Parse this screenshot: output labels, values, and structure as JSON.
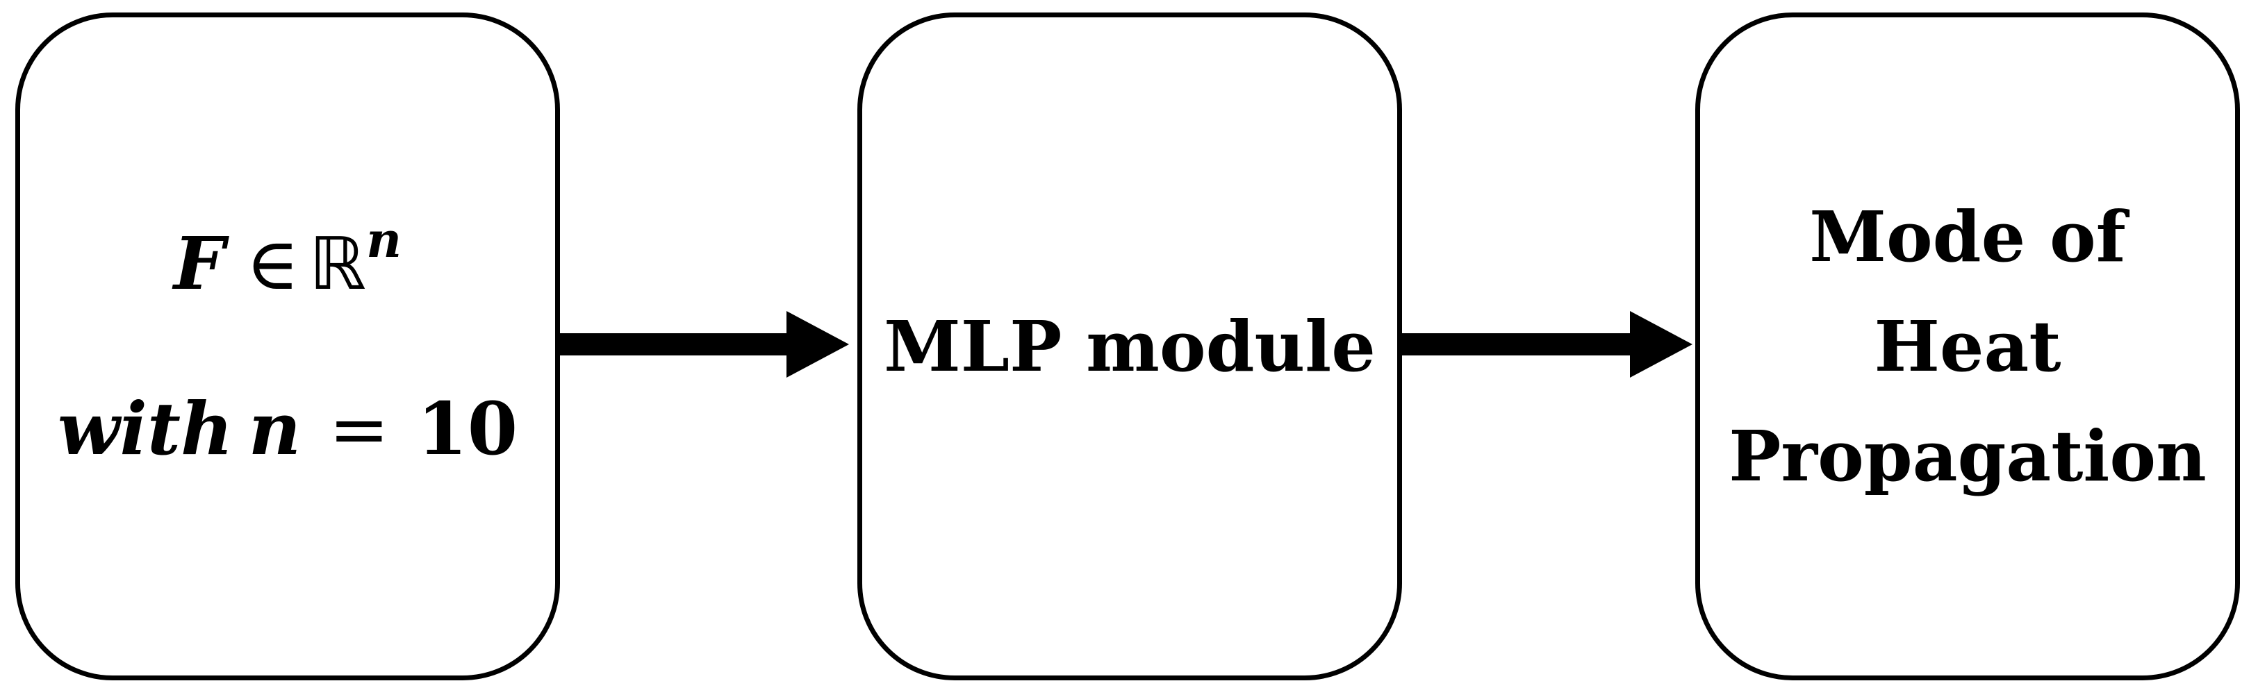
{
  "input_box": {
    "line1": {
      "var": "F",
      "element_of": "∈",
      "field": "ℝ",
      "exponent": "n"
    },
    "line2": {
      "word": "with",
      "var": "n",
      "equals": "=",
      "value": "10"
    }
  },
  "mlp_box": {
    "label": "MLP module"
  },
  "output_box": {
    "lines": [
      "Mode of",
      "Heat",
      "Propagation"
    ]
  }
}
